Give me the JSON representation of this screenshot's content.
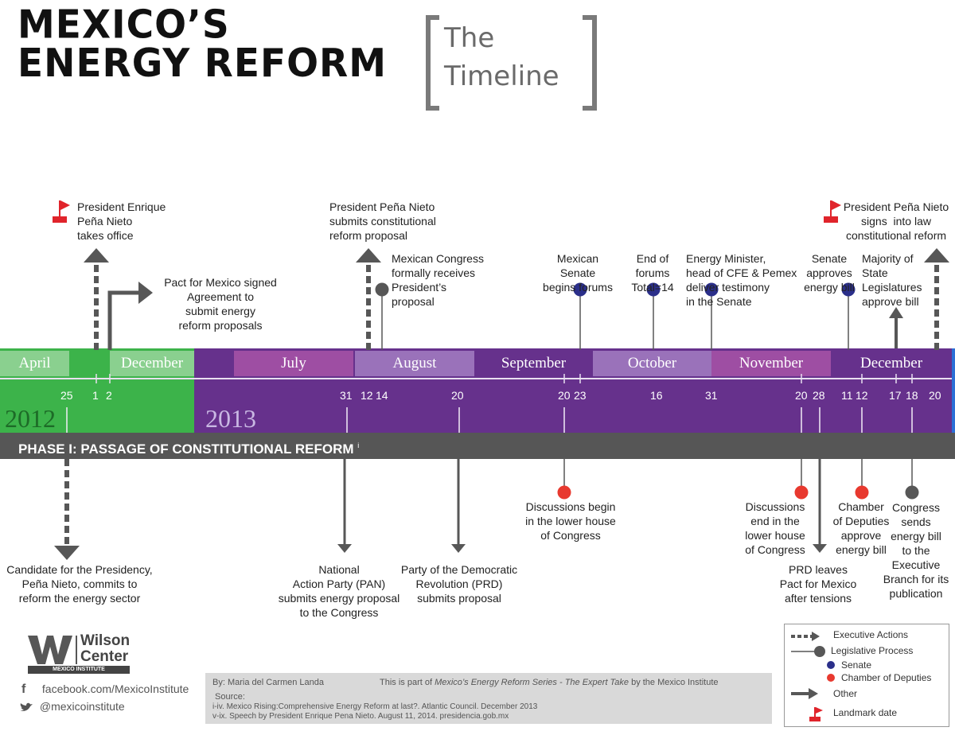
{
  "header": {
    "title_line1": "MEXICO’S",
    "title_line2": "ENERGY REFORM",
    "subtitle_line1": "The",
    "subtitle_line2": "Timeline"
  },
  "timeline": {
    "year_2012": "2012",
    "year_2013": "2013",
    "months": {
      "april": "April",
      "december_2012": "December",
      "july": "July",
      "august": "August",
      "september": "September",
      "october": "October",
      "november": "November",
      "december_2013": "December"
    },
    "days": [
      "25",
      "1",
      "2",
      "31",
      "12",
      "14",
      "20",
      "20",
      "23",
      "16",
      "31",
      "20",
      "28",
      "11",
      "12",
      "17",
      "18",
      "20"
    ],
    "phase_label": "PHASE I: PASSAGE OF CONSTITUTIONAL REFORM",
    "phase_note": "i"
  },
  "events_top": {
    "pena_takes_office": [
      "President Enrique",
      "Peña Nieto",
      "takes office"
    ],
    "pact_for_mexico": [
      "Pact for Mexico signed",
      "Agreement to",
      "submit energy",
      "reform proposals"
    ],
    "submits_proposal": [
      "President Peña Nieto",
      "submits constitutional",
      "reform proposal"
    ],
    "congress_receives": [
      "Mexican Congress",
      "formally receives",
      "President’s",
      "proposal"
    ],
    "senate_forums": [
      "Mexican",
      "Senate",
      "begins forums"
    ],
    "end_forums": [
      "End of",
      "forums",
      "Total=14"
    ],
    "energy_minister": [
      "Energy Minister,",
      "head of CFE & Pemex",
      "deliver testimony",
      "in the Senate"
    ],
    "senate_approves": [
      "Senate",
      "approves",
      "energy bill"
    ],
    "state_legislatures": [
      "Majority of",
      "State",
      "Legislatures",
      "approve bill"
    ],
    "signs_into_law": [
      "President Peña Nieto",
      "signs  into law",
      "constitutional reform"
    ]
  },
  "events_bottom": {
    "candidate": [
      "Candidate for the Presidency,",
      "Peña Nieto, commits to",
      "reform the energy sector"
    ],
    "pan": [
      "National",
      "Action Party (PAN)",
      "submits energy proposal",
      "to the Congress"
    ],
    "prd_submits": [
      "Party of the Democratic",
      "Revolution (PRD)",
      "submits proposal"
    ],
    "discussions_begin": [
      "Discussions begin",
      "in the lower house",
      "of Congress"
    ],
    "discussions_end": [
      "Discussions",
      "end in the",
      "lower house",
      "of Congress"
    ],
    "prd_leaves": [
      "PRD leaves",
      "Pact for Mexico",
      "after tensions"
    ],
    "chamber_approves": [
      "Chamber",
      "of Deputies",
      "approve",
      "energy bill"
    ],
    "congress_sends": [
      "Congress",
      "sends",
      "energy bill",
      "to the",
      "Executive",
      "Branch for its",
      "publication"
    ]
  },
  "legend": {
    "executive": "Executive Actions",
    "legislative": "Legislative Process",
    "senate": "Senate",
    "chamber": "Chamber of Deputies",
    "other": "Other",
    "landmark": "Landmark date"
  },
  "footer": {
    "org_line1": "Wilson",
    "org_line2": "Center",
    "org_sub": "MEXICO INSTITUTE",
    "facebook": "facebook.com/MexicoInstitute",
    "twitter": "@mexicoinstitute",
    "byline": "By: Maria del Carmen Landa",
    "series_pre": "This is part of ",
    "series_name": "Mexico’s Energy Reform Series - The Expert Take",
    "series_post": " by the Mexico Institute",
    "source_label": "Source:",
    "source_1": "i-iv. Mexico Rising:Comprehensive Energy Reform at last?. Atlantic Council. December 2013",
    "source_2": "v-ix. Speech by President Enrique Pena Nieto. August 11, 2014. presidencia.gob.mx"
  },
  "colors": {
    "green": "#3cb34a",
    "purple": "#66318c",
    "senate": "#2b2f8a",
    "chamber": "#e8392f",
    "gray": "#575757",
    "flag": "#e0242b"
  }
}
